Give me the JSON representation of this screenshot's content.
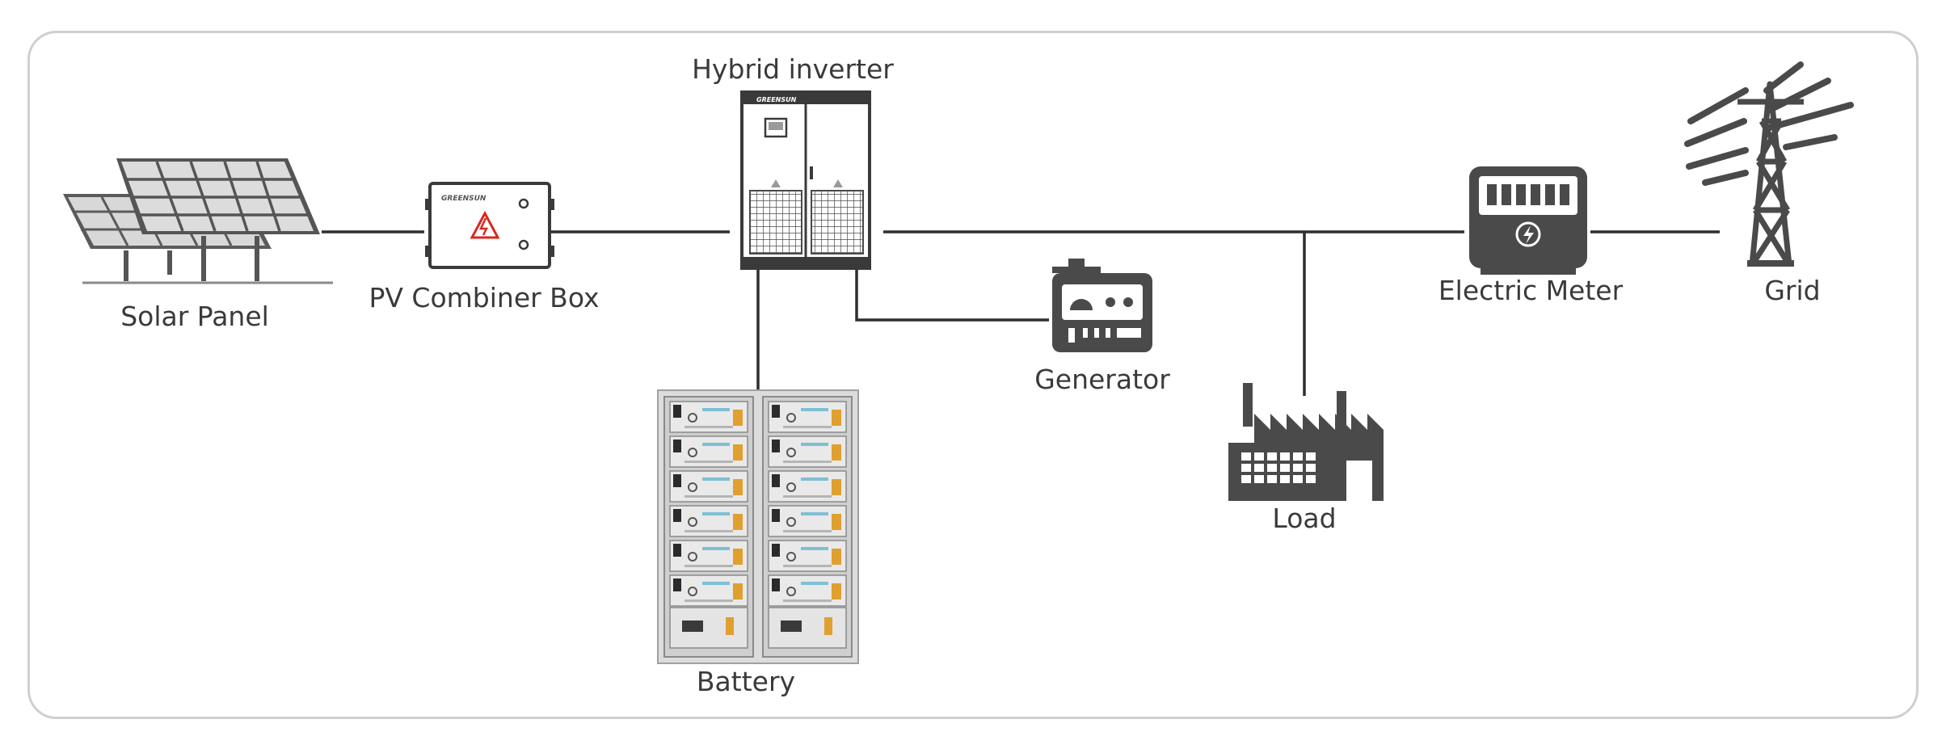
{
  "diagram": {
    "nodes": {
      "solar_panel": {
        "label": "Solar Panel"
      },
      "pv_combiner_box": {
        "label": "PV Combiner Box",
        "brand": "GREENSUN"
      },
      "hybrid_inverter": {
        "label": "Hybrid inverter",
        "brand": "GREENSUN"
      },
      "battery": {
        "label": "Battery"
      },
      "generator": {
        "label": "Generator"
      },
      "load": {
        "label": "Load"
      },
      "electric_meter": {
        "label": "Electric Meter"
      },
      "grid": {
        "label": "Grid"
      }
    },
    "connections": [
      [
        "solar_panel",
        "pv_combiner_box"
      ],
      [
        "pv_combiner_box",
        "hybrid_inverter"
      ],
      [
        "hybrid_inverter",
        "battery"
      ],
      [
        "hybrid_inverter",
        "generator"
      ],
      [
        "hybrid_inverter",
        "electric_meter"
      ],
      [
        "hybrid_inverter",
        "load"
      ],
      [
        "electric_meter",
        "grid"
      ]
    ],
    "colors": {
      "frame": "#cfcfcf",
      "icon_dark": "#4a4a4a",
      "icon_light": "#e6e6e6",
      "label": "#3a3a3a",
      "warning": "#d9281e",
      "battery_accent": "#e0a030"
    }
  }
}
